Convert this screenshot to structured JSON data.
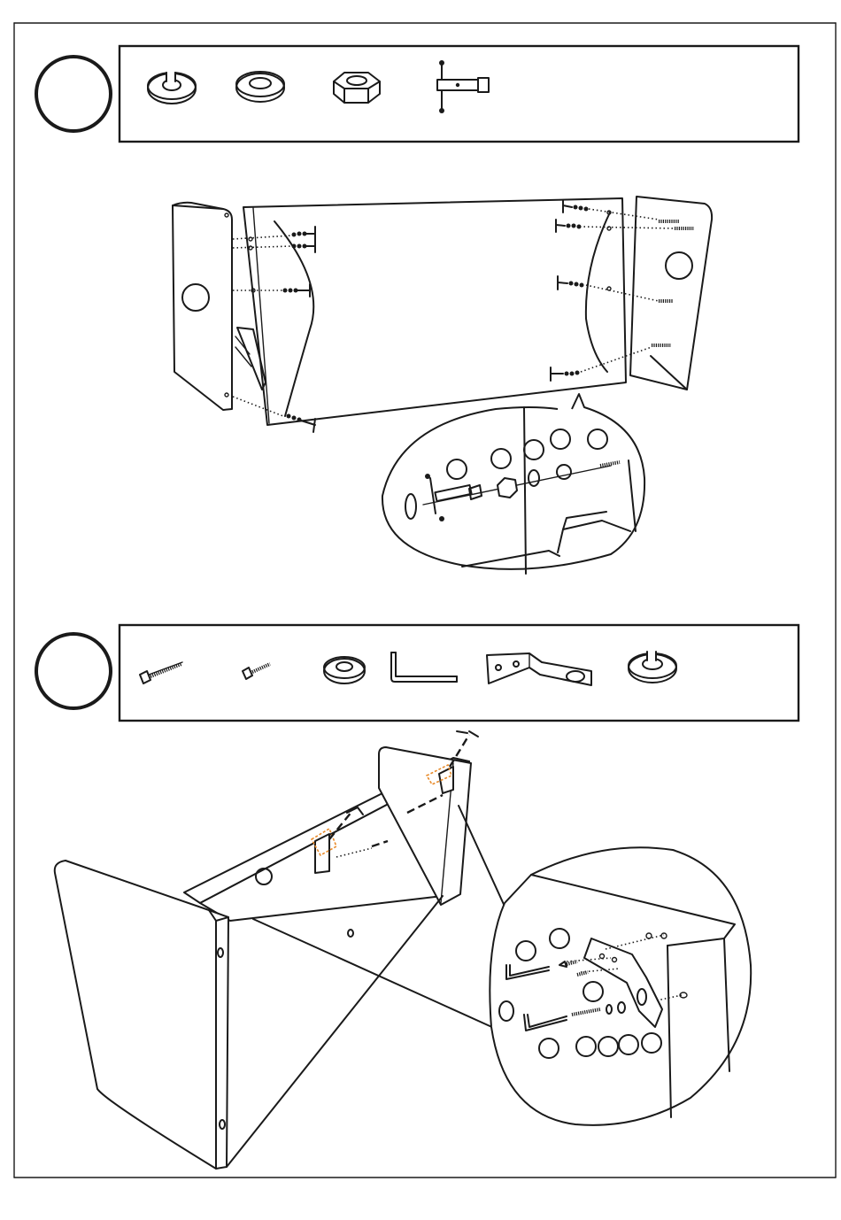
{
  "page": {
    "steps": [
      {
        "parts": [
          "spring-washer",
          "flat-washer",
          "hex-nut",
          "tubular-wrench"
        ]
      },
      {
        "parts": [
          "long-bolt",
          "short-bolt",
          "flat-washer",
          "allen-key",
          "corner-bracket",
          "spring-washer"
        ]
      }
    ]
  }
}
